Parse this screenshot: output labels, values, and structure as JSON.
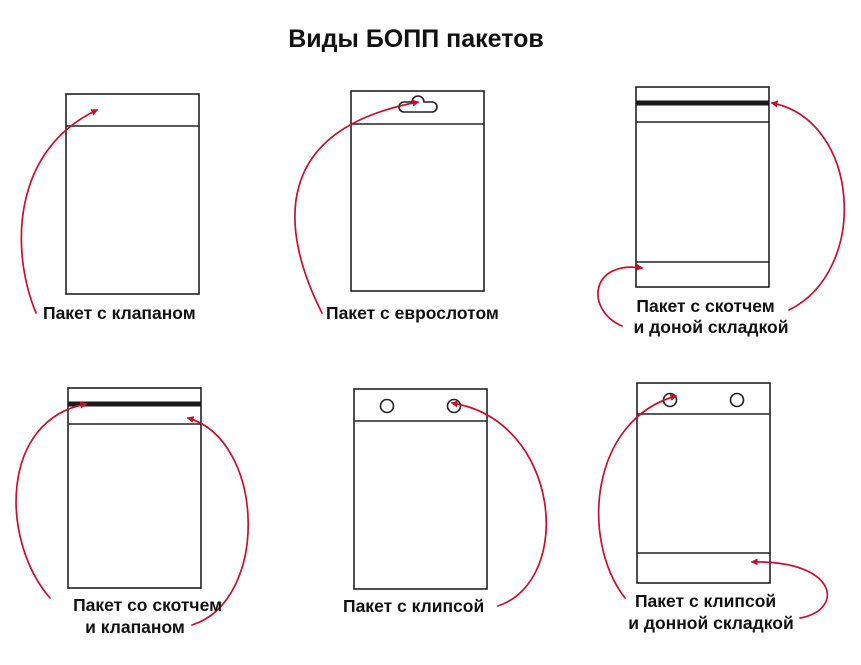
{
  "title": "Виды БОПП пакетов",
  "accent_color": "#c8102e",
  "outline_color": "#222222",
  "items": [
    {
      "label_lines": [
        "Пакет с клапаном"
      ]
    },
    {
      "label_lines": [
        "Пакет с еврослотом"
      ]
    },
    {
      "label_lines": [
        "Пакет с скотчем",
        "и доной складкой"
      ]
    },
    {
      "label_lines": [
        "Пакет со скотчем",
        "и клапаном"
      ]
    },
    {
      "label_lines": [
        "Пакет с клипсой"
      ]
    },
    {
      "label_lines": [
        "Пакет с клипсой",
        "и донной складкой"
      ]
    }
  ]
}
